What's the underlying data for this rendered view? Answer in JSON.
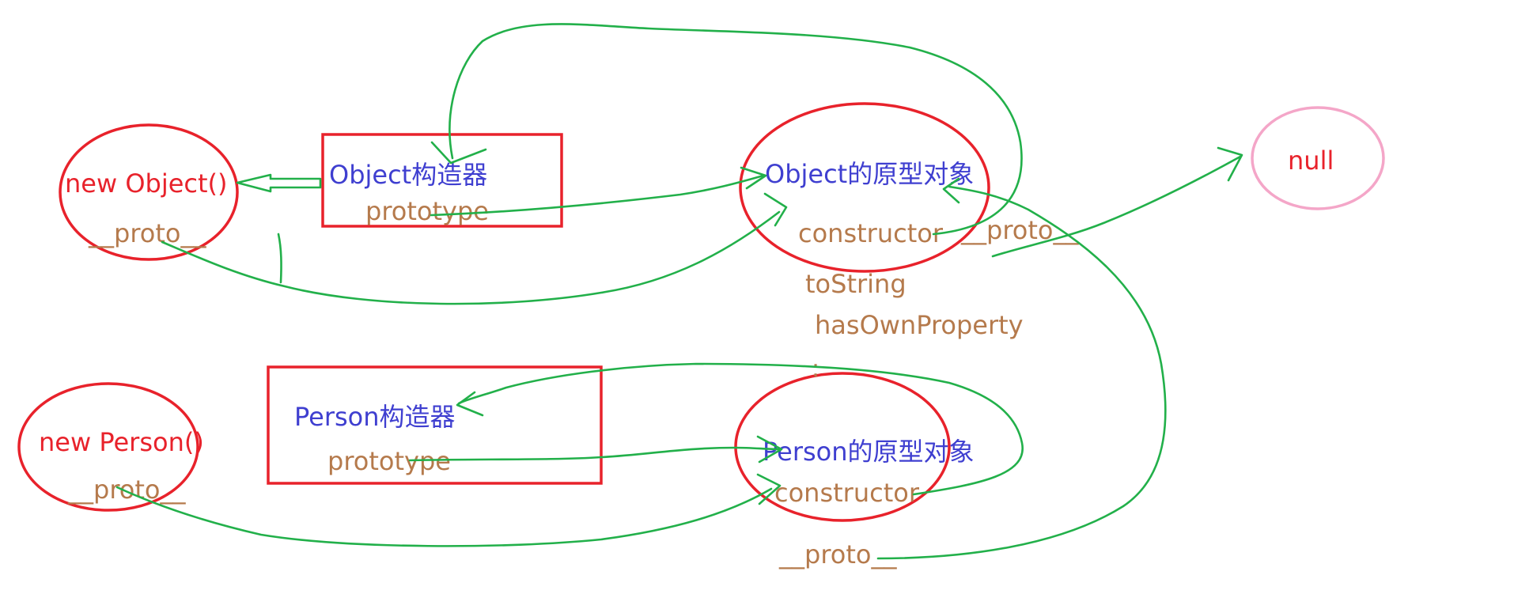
{
  "nodes": {
    "new_object": {
      "title": "new Object()",
      "proto": "__proto__"
    },
    "object_ctor": {
      "title": "Object构造器",
      "prototype": "prototype"
    },
    "object_proto": {
      "title": "Object的原型对象",
      "constructor": "constructor",
      "proto": "__proto__",
      "methods": [
        "toString",
        "hasOwnProperty",
        ":"
      ]
    },
    "null_node": {
      "title": "null"
    },
    "new_person": {
      "title": "new Person()",
      "proto": "__proto__"
    },
    "person_ctor": {
      "title": "Person构造器",
      "prototype": "prototype"
    },
    "person_proto": {
      "title": "Person的原型对象",
      "constructor": "constructor",
      "proto": "__proto__"
    }
  },
  "colors": {
    "instance_outline": "#e8222b",
    "constructor_outline": "#e8222b",
    "null_outline": "#f4a6c8",
    "arrow": "#22b04a",
    "label_red": "#e8222b",
    "label_blue": "#3f3fd0",
    "label_brown": "#b57a4c"
  }
}
